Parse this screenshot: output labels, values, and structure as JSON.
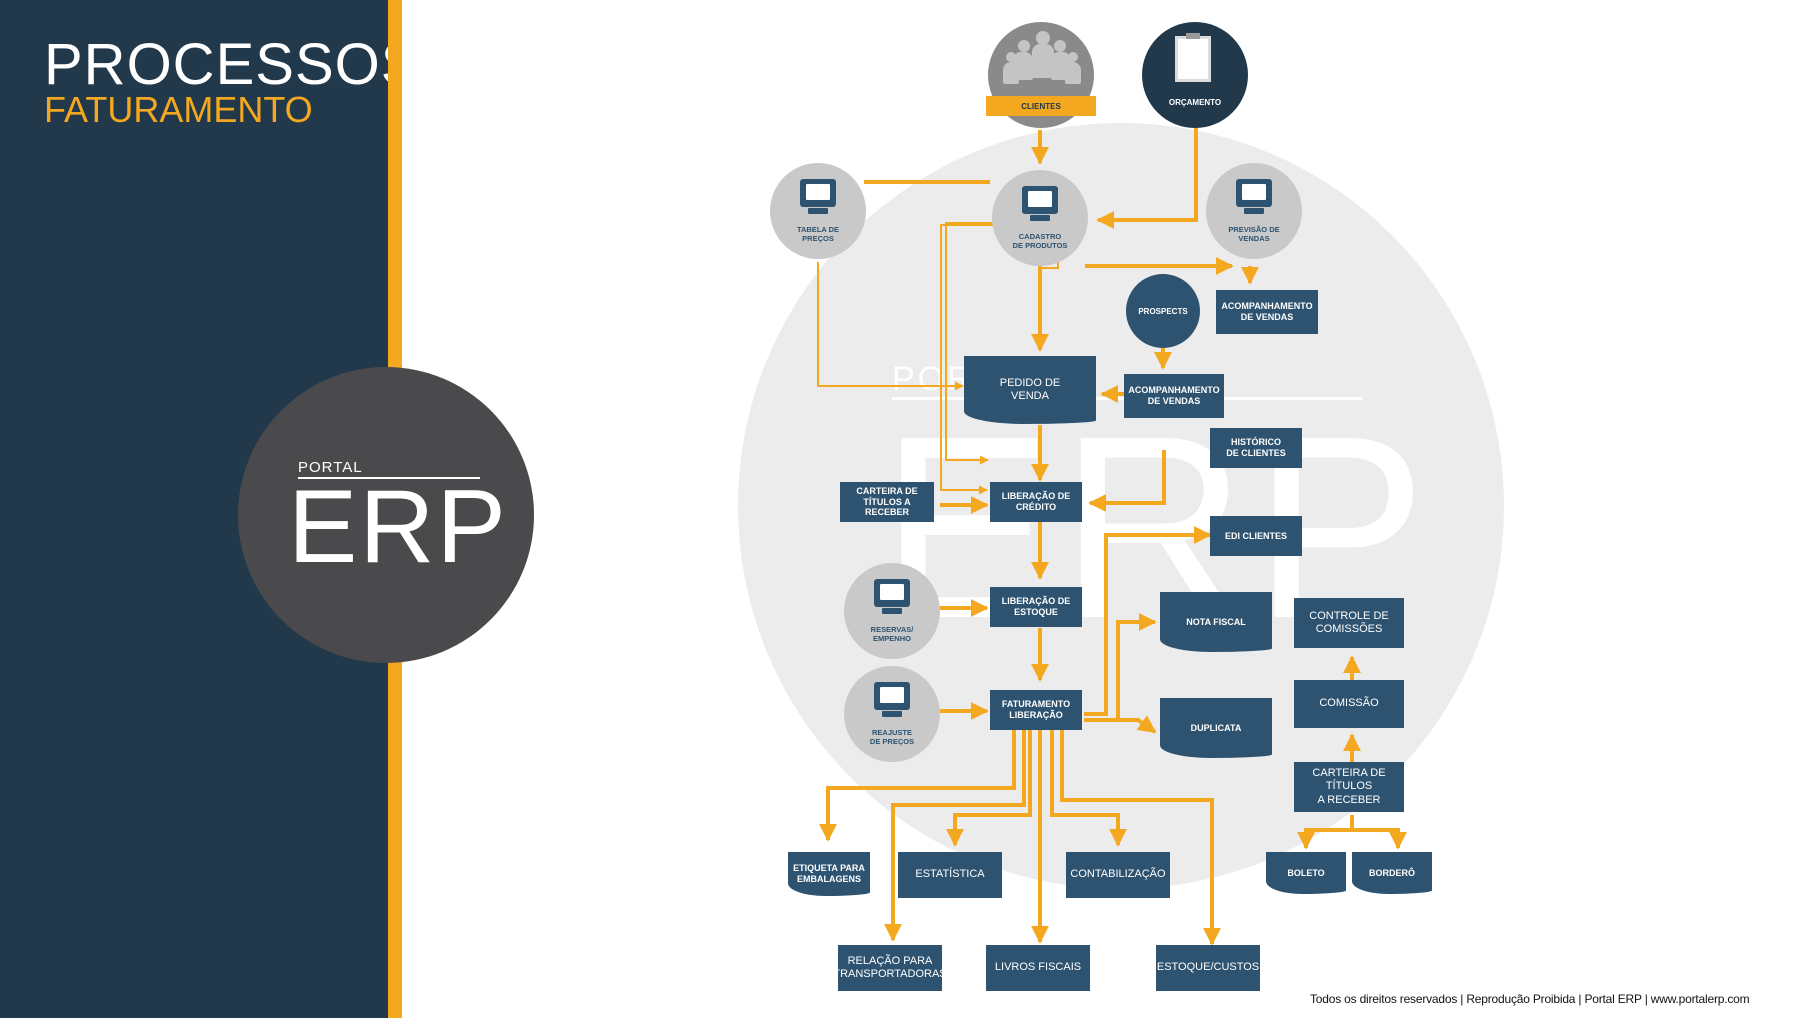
{
  "header": {
    "title": "PROCESSOS",
    "subtitle": "FATURAMENTO"
  },
  "logo": {
    "portal": "PORTAL",
    "erp": "ERP"
  },
  "watermark": {
    "portal": "PORTAL",
    "erp": "ERP"
  },
  "nodes": {
    "clientes": "CLIENTES",
    "orcamento": "ORÇAMENTO",
    "tabela_precos": "TABELA DE\nPREÇOS",
    "cadastro_produtos": "CADASTRO\nDE PRODUTOS",
    "previsao_vendas": "PREVISÃO DE\nVENDAS",
    "prospects": "PROSPECTS",
    "acompanhamento_vendas_top": "ACOMPANHAMENTO\nDE VENDAS",
    "pedido_venda": "PEDIDO DE\nVENDA",
    "acompanhamento_vendas_mid": "ACOMPANHAMENTO\nDE VENDAS",
    "historico_clientes": "HISTÓRICO\nDE CLIENTES",
    "carteira_titulos_left": "CARTEIRA DE\nTÍTULOS A RECEBER",
    "liberacao_credito": "LIBERAÇÃO DE\nCRÉDITO",
    "edi_clientes": "EDI CLIENTES",
    "reservas_empenho": "RESERVAS/\nEMPENHO",
    "liberacao_estoque": "LIBERAÇÃO DE\nESTOQUE",
    "nota_fiscal": "NOTA FISCAL",
    "controle_comissoes": "CONTROLE DE\nCOMISSÕES",
    "reajuste_precos": "REAJUSTE\nDE PREÇOS",
    "faturamento_liberacao": "FATURAMENTO\nLIBERAÇÃO",
    "duplicata": "DUPLICATA",
    "comissao": "COMISSÃO",
    "carteira_titulos_right": "CARTEIRA DE TÍTULOS\nA RECEBER",
    "etiqueta_embalagens": "ETIQUETA PARA\nEMBALAGENS",
    "estatistica": "ESTATÍSTICA",
    "contabilizacao": "CONTABILIZAÇÃO",
    "boleto": "BOLETO",
    "bordero": "BORDERÔ",
    "relacao_transportadoras": "RELAÇÃO PARA\nTRANSPORTADORAS",
    "livros_fiscais": "LIVROS FISCAIS",
    "estoque_custos": "ESTOQUE/CUSTOS"
  },
  "footer": "Todos os direitos reservados | Reprodução Proibida | Portal ERP | www.portalerp.com",
  "colors": {
    "navy": "#22384b",
    "node": "#2e5370",
    "accent": "#f3a81f",
    "logo": "#4a4a4c",
    "circle_bg": "#ececec"
  }
}
